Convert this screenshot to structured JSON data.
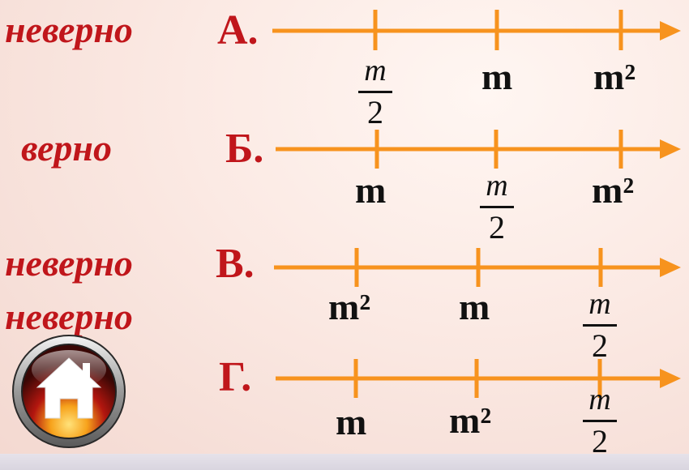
{
  "rows": [
    {
      "verdict": "неверно",
      "letter": "А.",
      "labels": [
        "m",
        "m²"
      ],
      "frac_num": "m",
      "frac_den": "2"
    },
    {
      "verdict": "верно",
      "letter": "Б.",
      "labels": [
        "m",
        "m²"
      ],
      "frac_num": "m",
      "frac_den": "2"
    },
    {
      "verdict": "неверно",
      "letter": "В.",
      "labels": [
        "m²",
        "m"
      ],
      "frac_num": "m",
      "frac_den": "2"
    },
    {
      "verdict": "неверно",
      "letter": "Г.",
      "labels": [
        "m",
        "m²"
      ],
      "frac_num": "m",
      "frac_den": "2"
    }
  ],
  "home_button": {
    "icon": "house-icon",
    "accent": "#f7a21b"
  },
  "colors": {
    "verdict": "#c0161b",
    "axis": "#f7931e",
    "label": "#111111"
  }
}
